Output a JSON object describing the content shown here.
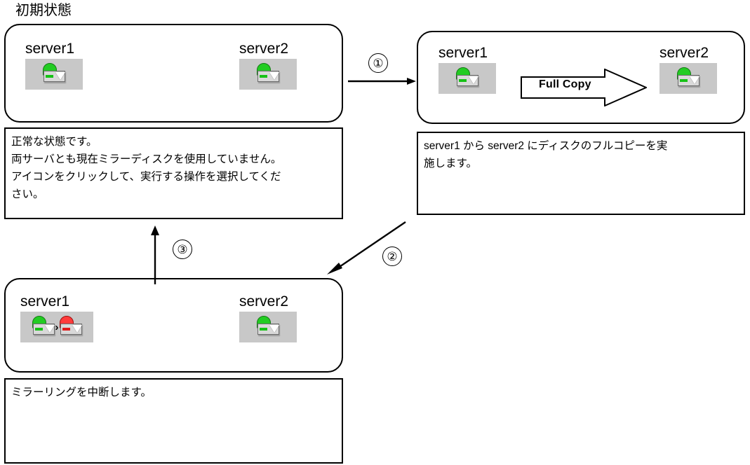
{
  "title": "初期状態",
  "panels": {
    "initial": {
      "name": "initial-state-panel",
      "servers": [
        {
          "label": "server1",
          "icons": [
            {
              "status": "green"
            }
          ]
        },
        {
          "label": "server2",
          "icons": [
            {
              "status": "green"
            }
          ]
        }
      ],
      "description": [
        "正常な状態です。",
        "両サーバとも現在ミラーディスクを使用していません。",
        "アイコンをクリックして、実行する操作を選択してくだ",
        "さい。"
      ]
    },
    "fullcopy": {
      "name": "full-copy-panel",
      "servers": [
        {
          "label": "server1",
          "icons": [
            {
              "status": "green"
            }
          ]
        },
        {
          "label": "server2",
          "icons": [
            {
              "status": "green"
            }
          ]
        }
      ],
      "operation_label": "Full Copy",
      "description": [
        "server1 から server2 にディスクのフルコピーを実",
        "施します。"
      ]
    },
    "mirrorbreak": {
      "name": "mirror-break-panel",
      "servers": [
        {
          "label": "server1",
          "icons": [
            {
              "status": "green"
            },
            {
              "status": "red"
            }
          ],
          "separator": "›"
        },
        {
          "label": "server2",
          "icons": [
            {
              "status": "green"
            }
          ]
        }
      ],
      "description": [
        "ミラーリングを中断します。"
      ]
    }
  },
  "transitions": [
    {
      "marker": "①",
      "from": "initial",
      "to": "fullcopy",
      "direction": "right"
    },
    {
      "marker": "②",
      "from": "fullcopy",
      "to": "mirrorbreak",
      "direction": "down-left"
    },
    {
      "marker": "③",
      "from": "mirrorbreak",
      "to": "initial",
      "direction": "up"
    }
  ],
  "colors": {
    "icon_tray": "#c8c8c8",
    "status_green": "#22cc22",
    "status_red": "#ff3b3b",
    "outline": "#000000",
    "background": "#ffffff"
  }
}
